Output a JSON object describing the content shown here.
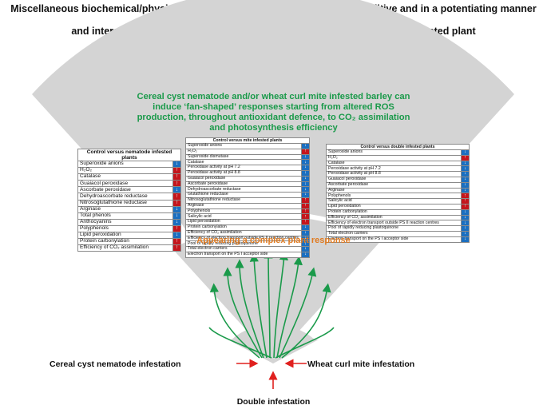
{
  "header": {
    "line1": "Miscellaneous biochemical/physiological mechanisms may operate in an additive and in a potentiating manner",
    "line2": "and interact with each other to establish a holistic defence response of infested plant"
  },
  "green_title": {
    "line1": "Cereal cyst nematode and/or wheat curl mite infested barley can",
    "line2": "induce ‘fan-shaped’ responses starting from altered ROS",
    "line3": "production, throughout antioxidant defence, to CO₂ assimilation",
    "line4": "and photosynthesis efficiency"
  },
  "orange_title": "Appearing a complex plant response",
  "labels": {
    "nematode": "Cereal cyst nematode infestation",
    "mite": "Wheat curl mite infestation",
    "double": "Double infestation"
  },
  "tables": {
    "nematode": {
      "title": "Control versus nematode infested plants",
      "rows": [
        {
          "label": "Superoxide anions",
          "dir": "down"
        },
        {
          "label": "H₂O₂",
          "dir": "up"
        },
        {
          "label": "Catalase",
          "dir": "up"
        },
        {
          "label": "Guaiacol peroxidase",
          "dir": "up"
        },
        {
          "label": "Ascorbate peroxidase",
          "dir": "down"
        },
        {
          "label": "Dehydroascorbate reductase",
          "dir": "up"
        },
        {
          "label": "Nitrosoglutathione reductase",
          "dir": "up"
        },
        {
          "label": "Arginase",
          "dir": "down"
        },
        {
          "label": "Total phenols",
          "dir": "down"
        },
        {
          "label": "Anthocyanins",
          "dir": "down"
        },
        {
          "label": "Polyphenols",
          "dir": "up"
        },
        {
          "label": "Lipid peroxidation",
          "dir": "down"
        },
        {
          "label": "Protein carbonylation",
          "dir": "up"
        },
        {
          "label": "Efficiency of CO₂ assimilation",
          "dir": "up"
        }
      ]
    },
    "mite": {
      "title": "Control versus mite infested plants",
      "rows": [
        {
          "label": "Superoxide anions",
          "dir": "down"
        },
        {
          "label": "H₂O₂",
          "dir": "up"
        },
        {
          "label": "Superoxide dismutase",
          "dir": "down"
        },
        {
          "label": "Catalase",
          "dir": "down"
        },
        {
          "label": "Peroxidase activity at pH 7.2",
          "dir": "down"
        },
        {
          "label": "Peroxidase activity at pH 8.8",
          "dir": "down"
        },
        {
          "label": "Guaiacol peroxidase",
          "dir": "down"
        },
        {
          "label": "Ascorbate peroxidase",
          "dir": "down"
        },
        {
          "label": "Dehydroascorbate reductase",
          "dir": "down"
        },
        {
          "label": "Glutathione reductase",
          "dir": "down"
        },
        {
          "label": "Nitrosoglutathione reductase",
          "dir": "up"
        },
        {
          "label": "Arginase",
          "dir": "up"
        },
        {
          "label": "Polyphenols",
          "dir": "up"
        },
        {
          "label": "Salicylic acid",
          "dir": "up"
        },
        {
          "label": "Lipid peroxidation",
          "dir": "up"
        },
        {
          "label": "Protein carbonylation",
          "dir": "down"
        },
        {
          "label": "Efficiency of CO₂ assimilation",
          "dir": "down"
        },
        {
          "label": "Efficiency of electron transport outside PS II reaction centres",
          "dir": "down"
        },
        {
          "label": "Pool of rapidly reducing plastoquinone",
          "dir": "down"
        },
        {
          "label": "Total electron carriers",
          "dir": "down"
        },
        {
          "label": "Electron transport on the PS I acceptor side",
          "dir": "down"
        }
      ]
    },
    "double": {
      "title": "Control versus double infested plants",
      "rows": [
        {
          "label": "Superoxide anions",
          "dir": "down"
        },
        {
          "label": "H₂O₂",
          "dir": "up"
        },
        {
          "label": "Catalase",
          "dir": "down"
        },
        {
          "label": "Peroxidase activity at pH 7.2",
          "dir": "down"
        },
        {
          "label": "Peroxidase activity at pH 8.8",
          "dir": "down"
        },
        {
          "label": "Guaiacol peroxidase",
          "dir": "down"
        },
        {
          "label": "Ascorbate peroxidase",
          "dir": "down"
        },
        {
          "label": "Arginase",
          "dir": "down"
        },
        {
          "label": "Polyphenols",
          "dir": "up"
        },
        {
          "label": "Salicylic acid",
          "dir": "up"
        },
        {
          "label": "Lipid peroxidation",
          "dir": "up"
        },
        {
          "label": "Protein carbonylation",
          "dir": "down"
        },
        {
          "label": "Efficiency of CO₂ assimilation",
          "dir": "down"
        },
        {
          "label": "Efficiency of electron transport outside PS II reaction centres",
          "dir": "down"
        },
        {
          "label": "Pool of rapidly reducing plastoquinone",
          "dir": "down"
        },
        {
          "label": "Total electron carriers",
          "dir": "down"
        },
        {
          "label": "Electron transport on the PS I acceptor side",
          "dir": "down"
        }
      ]
    }
  },
  "arrow_symbols": {
    "up": "↑",
    "down": "↓"
  },
  "colors": {
    "up": "#c4161c",
    "down": "#1b6fc0",
    "fan": "#d4d4d4",
    "green": "#1a9a4a",
    "orange": "#e07a1f",
    "red_arrow": "#e0201e"
  }
}
